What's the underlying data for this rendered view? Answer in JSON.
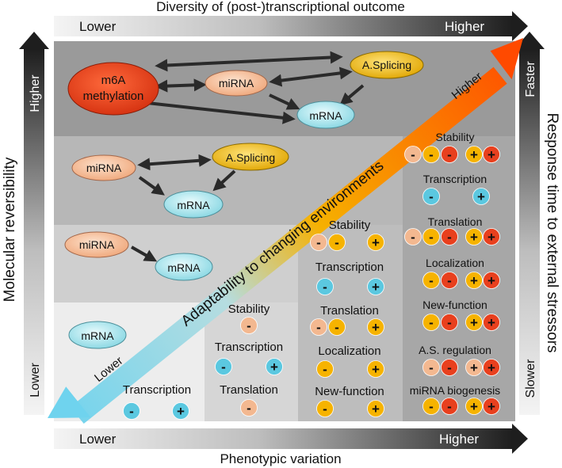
{
  "top_axis": {
    "title": "Diversity of (post-)transcriptional outcome",
    "low": "Lower",
    "high": "Higher"
  },
  "bottom_axis": {
    "title": "Phenotypic variation",
    "low": "Lower",
    "high": "Higher"
  },
  "left_axis": {
    "title": "Molecular reversibility",
    "low": "Lower",
    "high": "Higher"
  },
  "right_axis": {
    "title": "Response time to external stressors",
    "low": "Slower",
    "high": "Faster"
  },
  "diagonal": {
    "label": "Adaptability to changing environments",
    "low": "Lower",
    "high": "Higher"
  },
  "nodes": {
    "m6a": "m6A\nmethylation",
    "mirna": "miRNA",
    "asplicing": "A.Splicing",
    "mrna": "mRNA"
  },
  "columns": [
    {
      "items": [
        {
          "label": "Transcription",
          "signs": [
            "-",
            "+"
          ]
        }
      ]
    },
    {
      "items": [
        {
          "label": "Stability",
          "signs": [
            "-"
          ]
        },
        {
          "label": "Transcription",
          "signs": [
            "-",
            "+"
          ]
        },
        {
          "label": "Translation",
          "signs": [
            "-"
          ]
        }
      ]
    },
    {
      "items": [
        {
          "label": "Stability",
          "signs": [
            "-",
            "-",
            "+"
          ]
        },
        {
          "label": "Transcription",
          "signs": [
            "-",
            "+"
          ]
        },
        {
          "label": "Translation",
          "signs": [
            "-",
            "-",
            "+"
          ]
        },
        {
          "label": "Localization",
          "signs": [
            "-",
            "+"
          ]
        },
        {
          "label": "New-function",
          "signs": [
            "-",
            "+"
          ]
        }
      ]
    },
    {
      "items": [
        {
          "label": "Stability",
          "signs": [
            "-",
            "-",
            "-",
            "+",
            "+"
          ]
        },
        {
          "label": "Transcription",
          "signs": [
            "-",
            "+"
          ]
        },
        {
          "label": "Translation",
          "signs": [
            "-",
            "-",
            "-",
            "+",
            "+"
          ]
        },
        {
          "label": "Localization",
          "signs": [
            "-",
            "-",
            "+",
            "+"
          ]
        },
        {
          "label": "New-function",
          "signs": [
            "-",
            "-",
            "+",
            "+"
          ]
        },
        {
          "label": "A.S. regulation",
          "signs": [
            "-",
            "-",
            "+",
            "+"
          ]
        },
        {
          "label": "miRNA biogenesis",
          "signs": [
            "-",
            "-",
            "+",
            "+"
          ]
        }
      ]
    }
  ],
  "colors": {
    "m6a": "#e8391c",
    "mirna": "#f6b88f",
    "asplicing": "#f2b800",
    "mrna": "#a6e4ec",
    "sign_blue": "#5bc8e0",
    "sign_peach": "#f3b890",
    "sign_yellow": "#f6b300",
    "sign_red": "#e8401e",
    "diag_low": "#6fd3ee",
    "diag_high": "#ff4a00"
  }
}
